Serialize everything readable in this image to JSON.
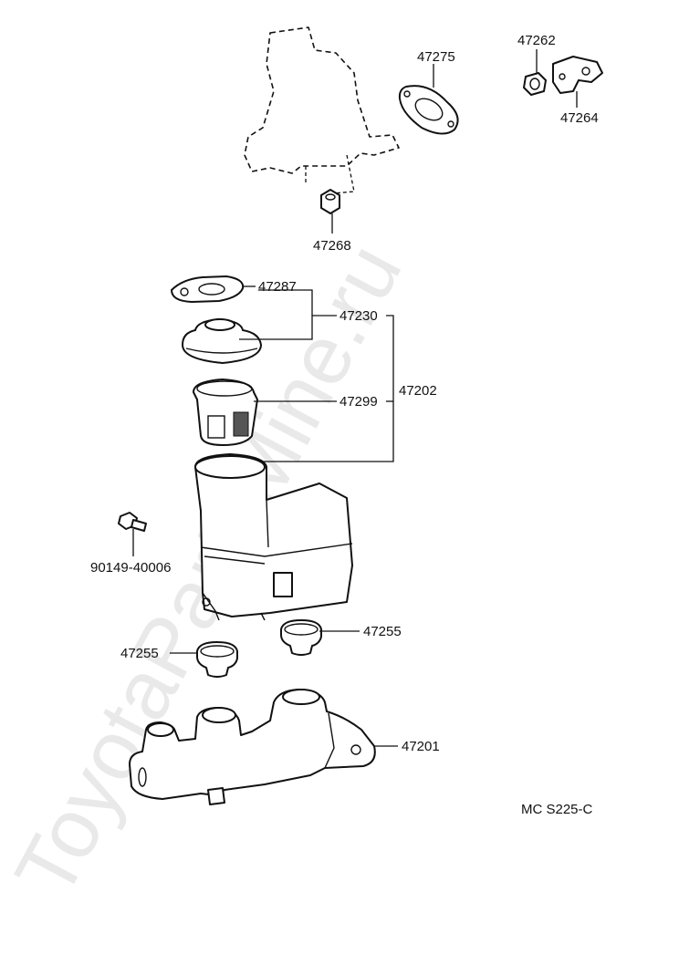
{
  "watermark": "ToyotaPartsMine.ru",
  "diagram_code": "MC S225-C",
  "part_numbers": {
    "p47275": "47275",
    "p47262": "47262",
    "p47264": "47264",
    "p47268": "47268",
    "p47287": "47287",
    "p47230": "47230",
    "p47299": "47299",
    "p47202": "47202",
    "p90149": "90149-40006",
    "p47255_right": "47255",
    "p47255_left": "47255",
    "p47201": "47201"
  }
}
